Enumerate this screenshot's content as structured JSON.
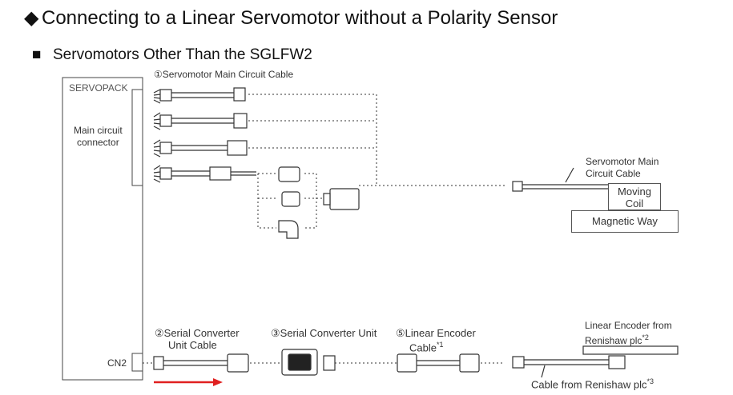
{
  "title": {
    "marker": "◆",
    "text": "Connecting to a Linear Servomotor without a Polarity Sensor"
  },
  "subtitle": {
    "marker": "■",
    "text": "Servomotors Other Than the SGLFW2"
  },
  "servopack": {
    "label": "SERVOPACK",
    "main_circuit_connector": [
      "Main circuit",
      "connector"
    ],
    "cn2": "CN2"
  },
  "main_cable_label": "①Servomotor Main Circuit Cable",
  "servomotor_cable_label": [
    "Servomotor Main",
    "Circuit Cable"
  ],
  "moving_coil": [
    "Moving",
    "Coil"
  ],
  "magnetic_way": "Magnetic Way",
  "serial_converter_cable": [
    "②Serial Converter",
    "Unit Cable"
  ],
  "serial_converter_unit": "③Serial Converter Unit",
  "linear_encoder_cable": {
    "line1": "⑤Linear Encoder",
    "line2": "Cable",
    "note": "*1"
  },
  "linear_encoder_renishaw": {
    "line1": "Linear Encoder from",
    "line2": "Renishaw plc",
    "note": "*2"
  },
  "cable_from_renishaw": {
    "text": "Cable from Renishaw plc",
    "note": "*3"
  },
  "colors": {
    "line": "#333333",
    "arrow": "#e02020"
  },
  "icons": [
    "connector-icon",
    "cable-icon",
    "serial-converter-unit-icon",
    "red-arrow-icon"
  ]
}
